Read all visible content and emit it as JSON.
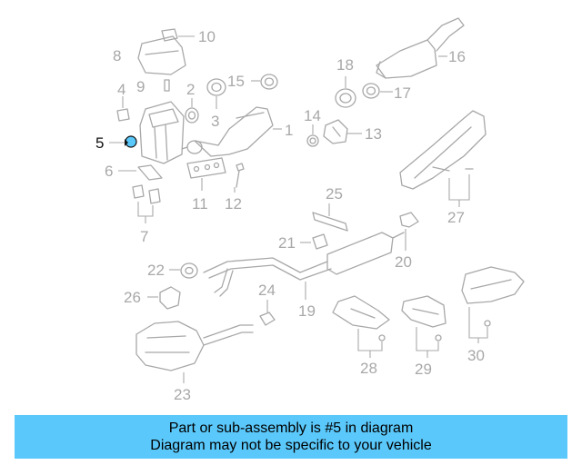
{
  "diagram": {
    "callouts": [
      "1",
      "2",
      "3",
      "4",
      "5",
      "6",
      "7",
      "8",
      "9",
      "10",
      "11",
      "12",
      "13",
      "14",
      "15",
      "16",
      "17",
      "18",
      "19",
      "20",
      "21",
      "22",
      "23",
      "24",
      "25",
      "26",
      "27",
      "28",
      "29",
      "30"
    ],
    "highlighted_part": "5",
    "highlight_color": "#5ac8fa"
  },
  "caption": {
    "line1": "Part or sub-assembly is #5 in diagram",
    "line2": "Diagram may not be specific to your vehicle",
    "background": "#5ac8fa"
  }
}
